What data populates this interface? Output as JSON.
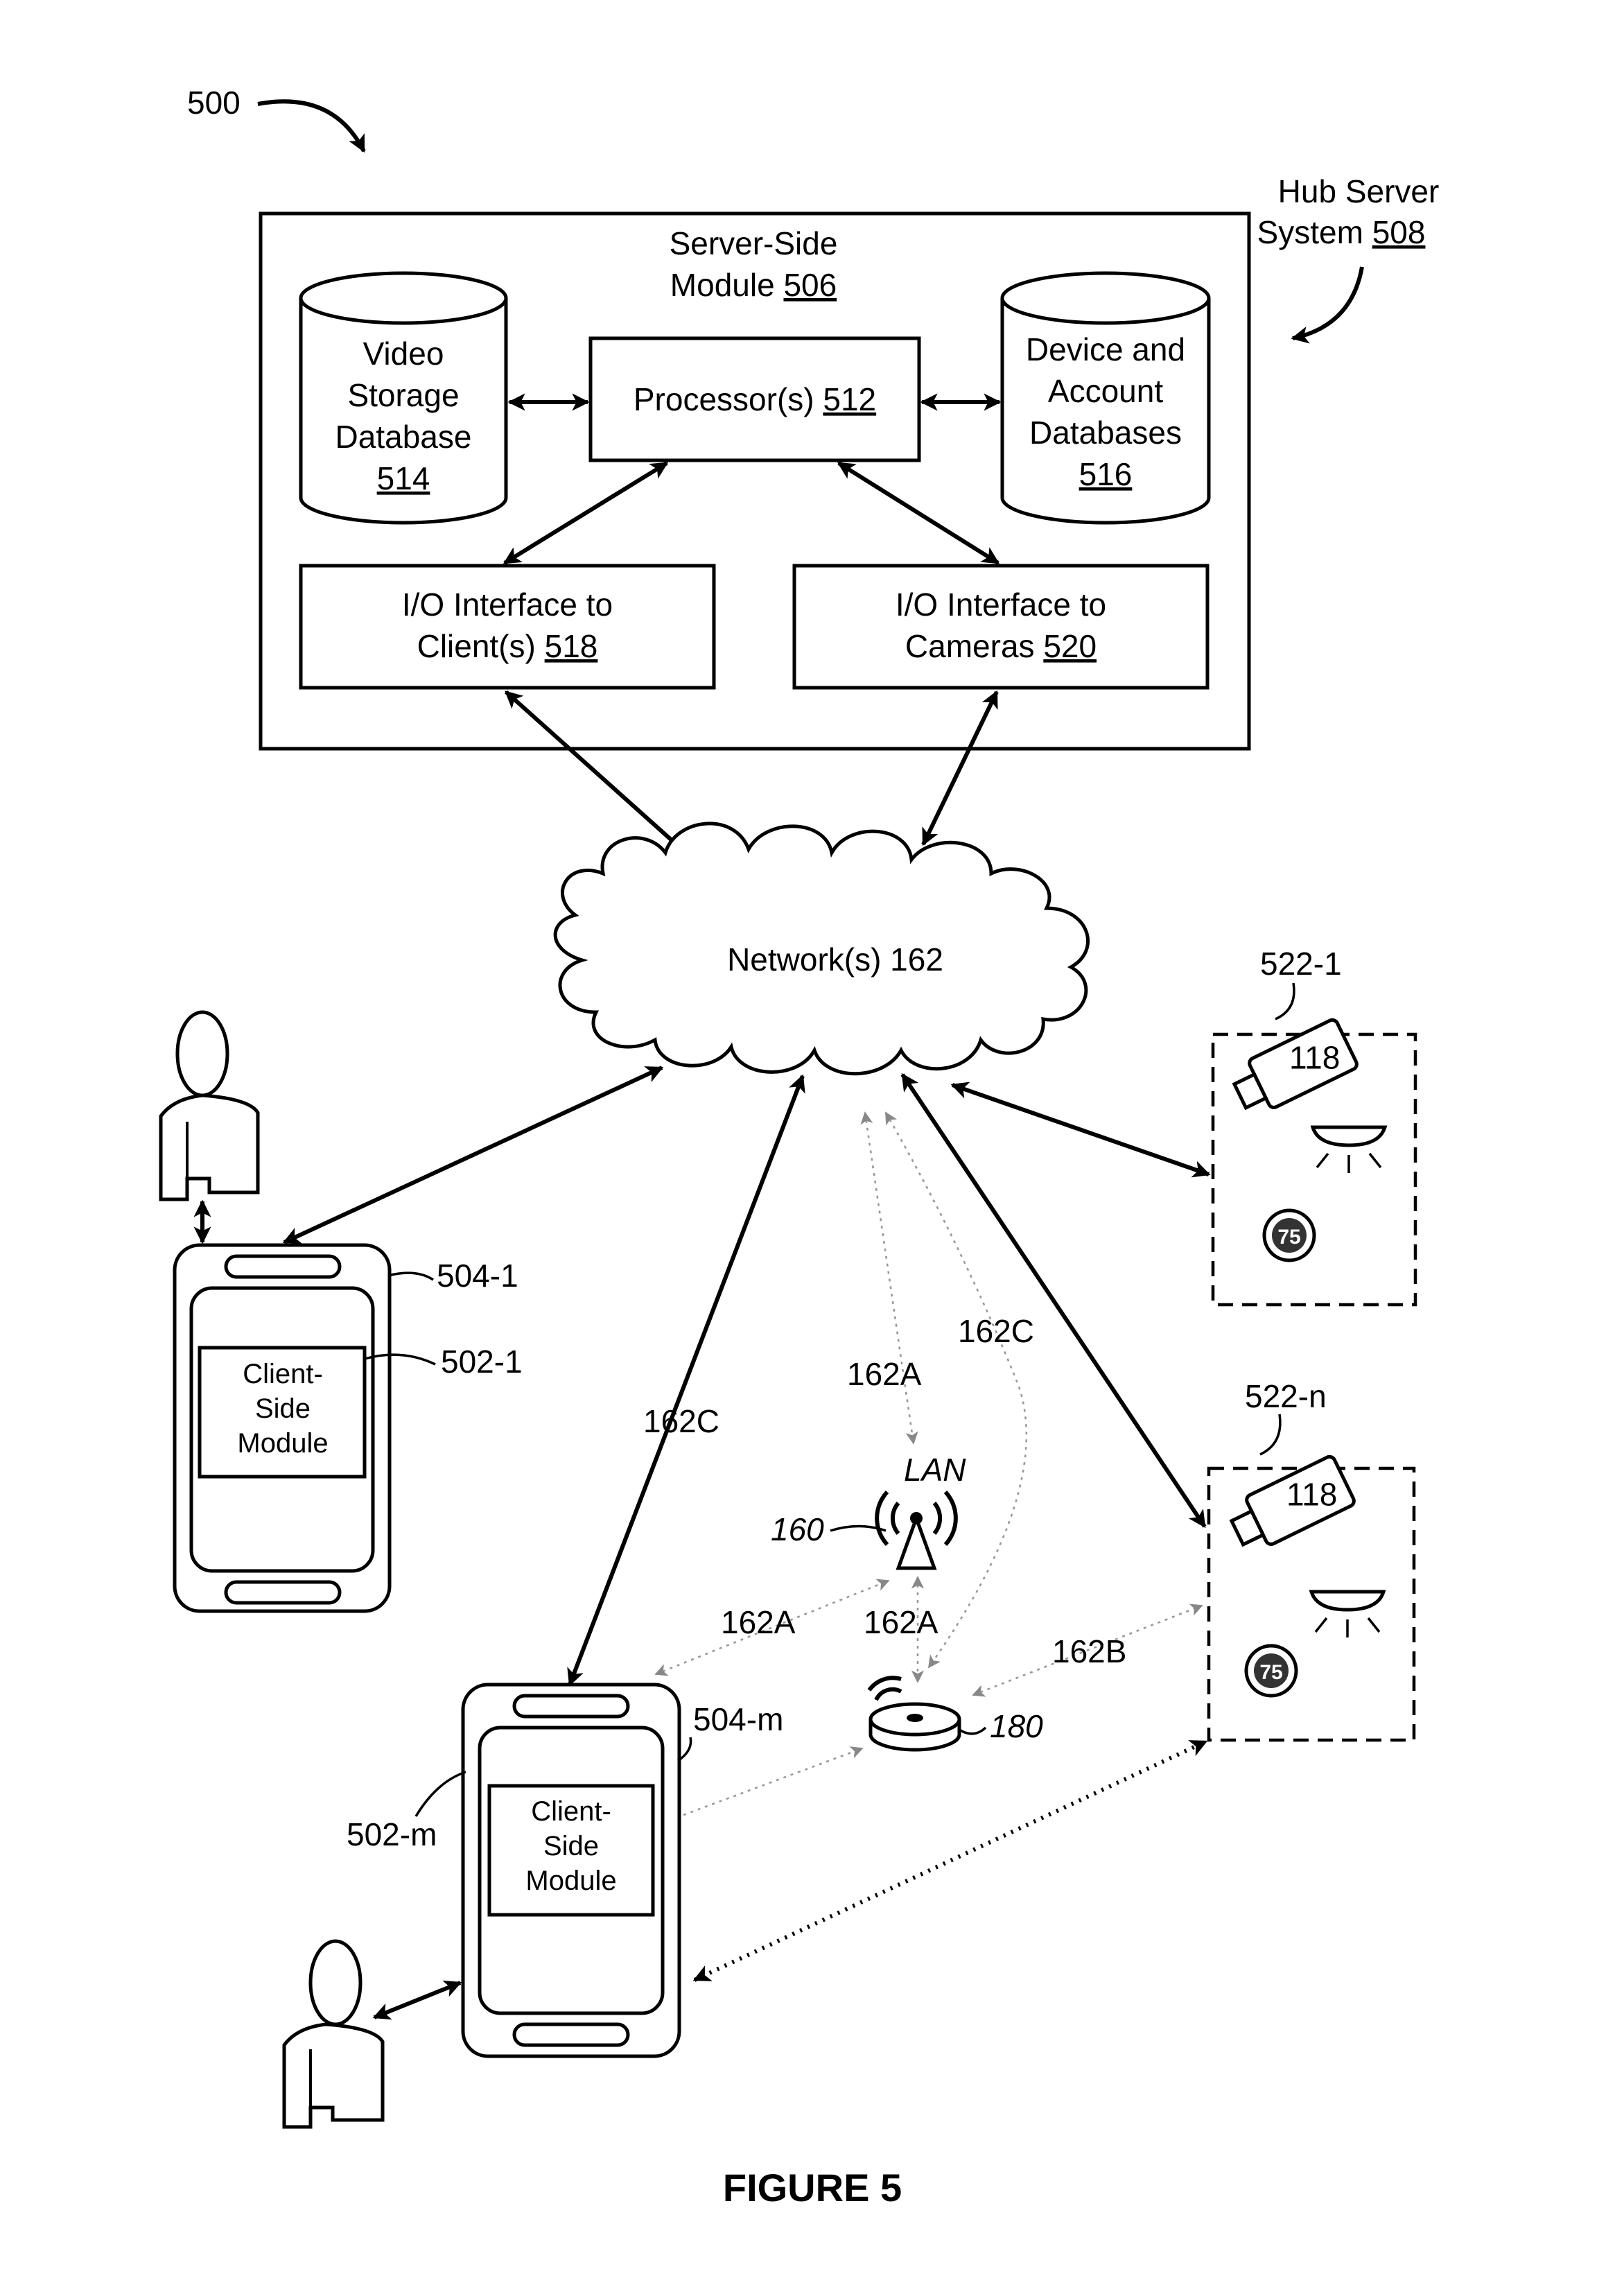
{
  "figure": {
    "ref": "500",
    "caption": "FIGURE 5"
  },
  "hub": {
    "label_line1": "Hub Server",
    "label_line2": "System",
    "ref": "508"
  },
  "server_module": {
    "line1": "Server-Side",
    "line2": "Module",
    "ref": "506"
  },
  "processor": {
    "label": "Processor(s)",
    "ref": "512"
  },
  "video_db": {
    "line1": "Video",
    "line2": "Storage",
    "line3": "Database",
    "ref": "514"
  },
  "account_db": {
    "line1": "Device and",
    "line2": "Account",
    "line3": "Databases",
    "ref": "516"
  },
  "io_clients": {
    "line1": "I/O Interface to",
    "line2": "Client(s)",
    "ref": "518"
  },
  "io_cameras": {
    "line1": "I/O Interface to",
    "line2": "Cameras",
    "ref": "520"
  },
  "network": {
    "label": "Network(s) 162"
  },
  "lan": {
    "label": "LAN",
    "ref": "160"
  },
  "hub_device": {
    "ref": "180"
  },
  "links": {
    "c_left": "162C",
    "c_right": "162C",
    "a_top": "162A",
    "a_left": "162A",
    "a_mid": "162A",
    "b": "162B"
  },
  "client1": {
    "device_ref": "504-1",
    "module_ref": "502-1",
    "module_line1": "Client-",
    "module_line2": "Side",
    "module_line3": "Module"
  },
  "clientm": {
    "device_ref": "504-m",
    "module_ref": "502-m",
    "module_line1": "Client-",
    "module_line2": "Side",
    "module_line3": "Module"
  },
  "camera_group1": {
    "ref": "522-1",
    "camera_ref": "118",
    "thermostat": "75"
  },
  "camera_groupn": {
    "ref": "522-n",
    "camera_ref": "118",
    "thermostat": "75"
  }
}
